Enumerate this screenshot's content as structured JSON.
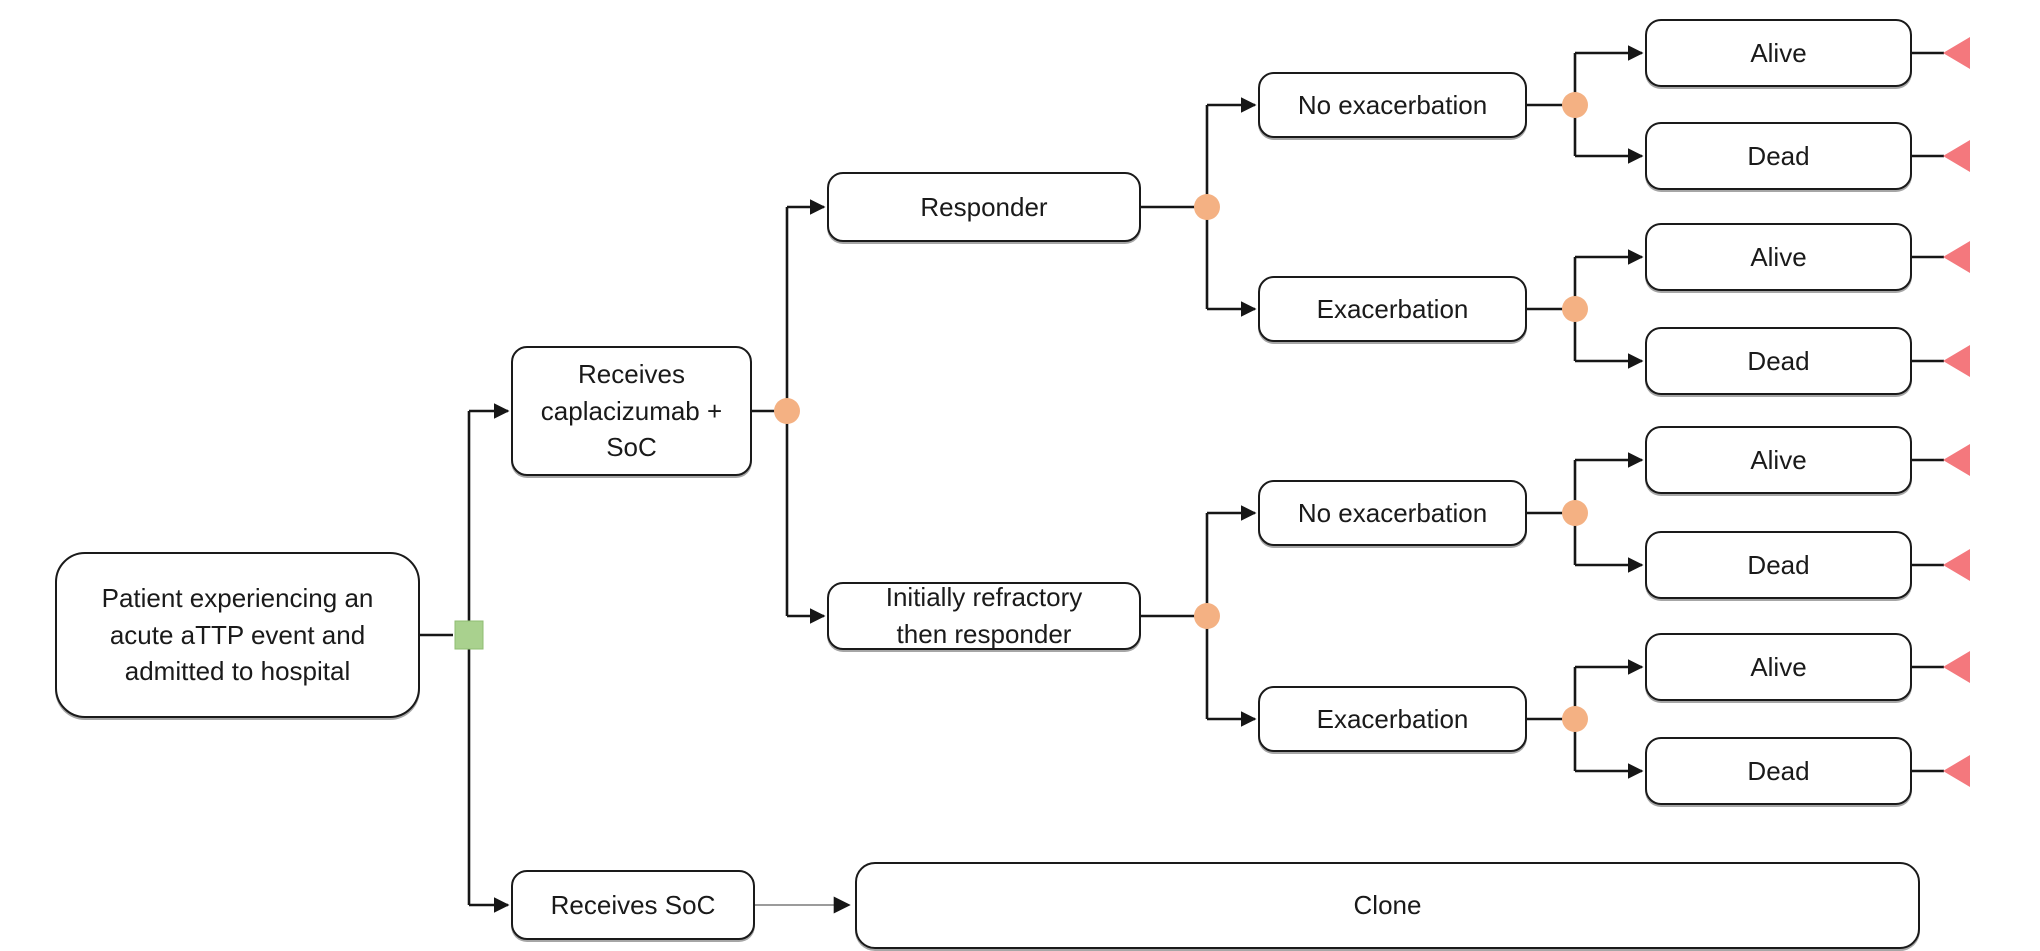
{
  "diagram": {
    "type": "decision-tree",
    "description_visible_text_only": true,
    "node_shapes": {
      "decision_node": "green-square",
      "chance_node": "orange-circle",
      "terminal_node": "red-left-triangle"
    }
  },
  "colors": {
    "background": "#ffffff",
    "text": "#1a1a1a",
    "box_border": "#1a1a1a",
    "box_fill": "#ffffff",
    "connector": "#161616",
    "connector_light": "#7a7a7a",
    "decision_node": "#a9d18e",
    "chance_node": "#f4b183",
    "terminal_node": "#f4787d"
  },
  "tree": {
    "label": "Patient experiencing an acute aTTP event and admitted to hospital",
    "node_type": "root-decision",
    "children": [
      {
        "label": "Receives caplacizumab + SoC",
        "node_type": "chance",
        "children": [
          {
            "label": "Responder",
            "node_type": "chance",
            "children": [
              {
                "label": "No exacerbation",
                "node_type": "chance",
                "children": [
                  {
                    "label": "Alive",
                    "node_type": "terminal"
                  },
                  {
                    "label": "Dead",
                    "node_type": "terminal"
                  }
                ]
              },
              {
                "label": "Exacerbation",
                "node_type": "chance",
                "children": [
                  {
                    "label": "Alive",
                    "node_type": "terminal"
                  },
                  {
                    "label": "Dead",
                    "node_type": "terminal"
                  }
                ]
              }
            ]
          },
          {
            "label": "Initially refractory then responder",
            "node_type": "chance",
            "children": [
              {
                "label": "No exacerbation",
                "node_type": "chance",
                "children": [
                  {
                    "label": "Alive",
                    "node_type": "terminal"
                  },
                  {
                    "label": "Dead",
                    "node_type": "terminal"
                  }
                ]
              },
              {
                "label": "Exacerbation",
                "node_type": "chance",
                "children": [
                  {
                    "label": "Alive",
                    "node_type": "terminal"
                  },
                  {
                    "label": "Dead",
                    "node_type": "terminal"
                  }
                ]
              }
            ]
          }
        ]
      },
      {
        "label": "Receives SoC",
        "node_type": "branch",
        "children": [
          {
            "label": "Clone",
            "node_type": "clone"
          }
        ]
      }
    ]
  }
}
